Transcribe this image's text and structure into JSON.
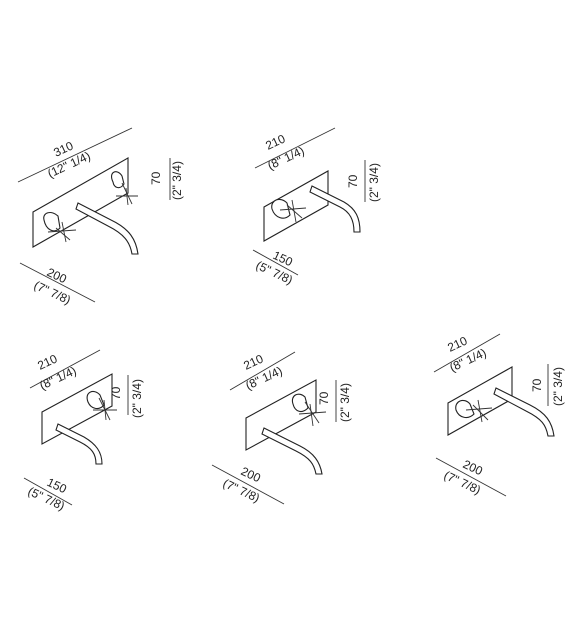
{
  "figures": [
    {
      "id": "fig1",
      "width_mm": "310",
      "width_in": "(12\" 1/4)",
      "height_mm": "70",
      "height_in": "(2\" 3/4)",
      "depth_mm": "200",
      "depth_in": "(7\" 7/8)"
    },
    {
      "id": "fig2",
      "width_mm": "210",
      "width_in": "(8\" 1/4)",
      "height_mm": "70",
      "height_in": "(2\" 3/4)",
      "depth_mm": "150",
      "depth_in": "(5\" 7/8)"
    },
    {
      "id": "fig3",
      "width_mm": "210",
      "width_in": "(8\" 1/4)",
      "height_mm": "70",
      "height_in": "(2\" 3/4)",
      "depth_mm": "150",
      "depth_in": "(5\" 7/8)"
    },
    {
      "id": "fig4",
      "width_mm": "210",
      "width_in": "(8\" 1/4)",
      "height_mm": "70",
      "height_in": "(2\" 3/4)",
      "depth_mm": "200",
      "depth_in": "(7\" 7/8)"
    },
    {
      "id": "fig5",
      "width_mm": "210",
      "width_in": "(8\" 1/4)",
      "height_mm": "70",
      "height_in": "(2\" 3/4)",
      "depth_mm": "200",
      "depth_in": "(7\" 7/8)"
    }
  ]
}
